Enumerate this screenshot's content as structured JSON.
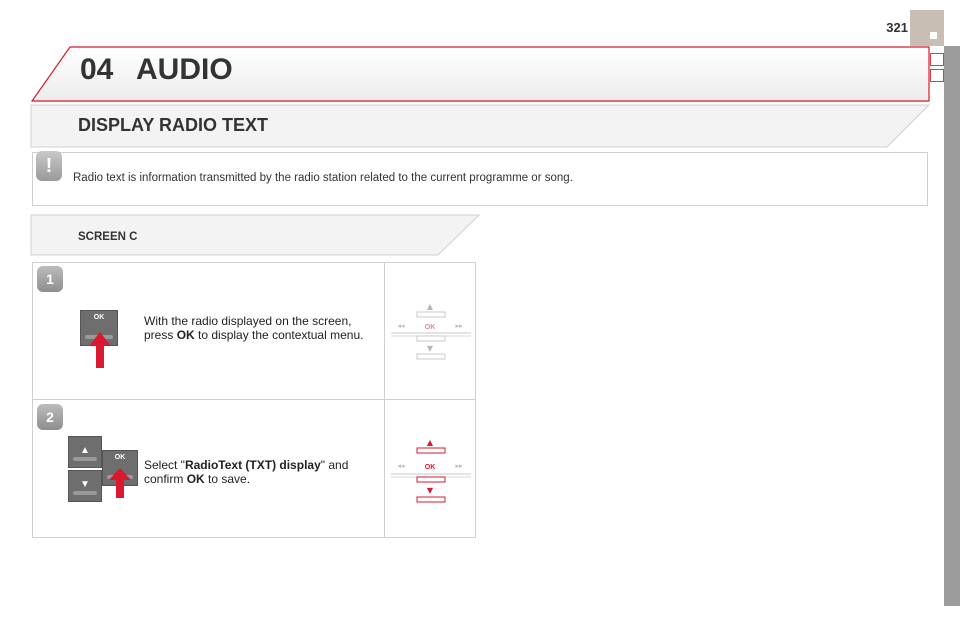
{
  "page": {
    "number": "321"
  },
  "chapter": {
    "number": "04",
    "title": "AUDIO"
  },
  "section": {
    "title": "DISPLAY RADIO TEXT"
  },
  "info": {
    "text": "Radio text is information transmitted by the radio station related to the current programme or song."
  },
  "screen": {
    "title": "SCREEN C"
  },
  "steps": [
    {
      "badge": "1",
      "text_parts": [
        "With the radio displayed on the screen, press ",
        "OK",
        " to display the contextual menu."
      ],
      "button_label": "OK"
    },
    {
      "badge": "2",
      "text_parts": [
        "Select \"",
        "RadioText (TXT) display",
        "\" and confirm ",
        "OK",
        " to save."
      ],
      "button_label": "OK"
    }
  ],
  "controls": {
    "ok_label": "OK",
    "up": "▲",
    "down": "▼",
    "left": "◂◂",
    "right": "▸▸"
  },
  "colors": {
    "accent_red": "#d8192f",
    "light_red": "#e8a0a8",
    "grey_text": "#333333"
  }
}
